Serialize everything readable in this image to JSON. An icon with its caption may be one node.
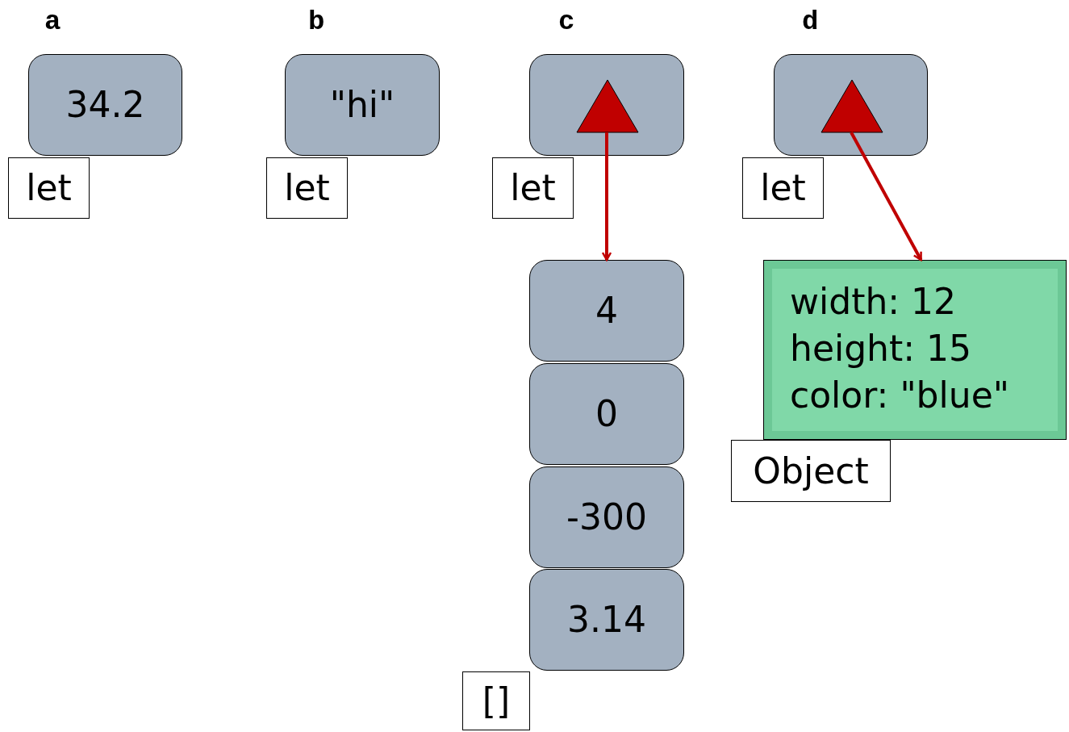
{
  "diagram": {
    "nodes": [
      {
        "text": [
          "34.2"
        ],
        "beside": [
          "a"
        ]
      },
      {
        "text": [
          "let"
        ]
      },
      {
        "text": [
          "\"hi\""
        ],
        "beside": [
          "b"
        ]
      },
      {
        "text": [
          "let"
        ]
      },
      {
        "text": [],
        "shape": "box",
        "beside": [
          "c"
        ]
      },
      {
        "text": [],
        "shape": "triangle",
        "in": 4
      },
      {
        "text": [
          "let"
        ]
      },
      {
        "text": [],
        "shape": "box",
        "beside": [
          "d"
        ]
      },
      {
        "text": [],
        "shape": "triangle",
        "in": 7
      },
      {
        "text": [
          "let"
        ]
      },
      {
        "text": [
          "4"
        ]
      },
      {
        "text": [
          "0"
        ]
      },
      {
        "text": [
          "-300"
        ]
      },
      {
        "text": [
          "3.14"
        ]
      },
      {
        "text": [
          "[]"
        ]
      },
      {
        "text": [
          "width: 12",
          "height: 15",
          "color: \"blue\""
        ]
      },
      {
        "text": [
          "Object"
        ]
      }
    ],
    "edges": [
      {
        "from": 5,
        "to": 10,
        "arrow": "to"
      },
      {
        "from": 8,
        "to": 15,
        "arrow": "to"
      }
    ]
  }
}
